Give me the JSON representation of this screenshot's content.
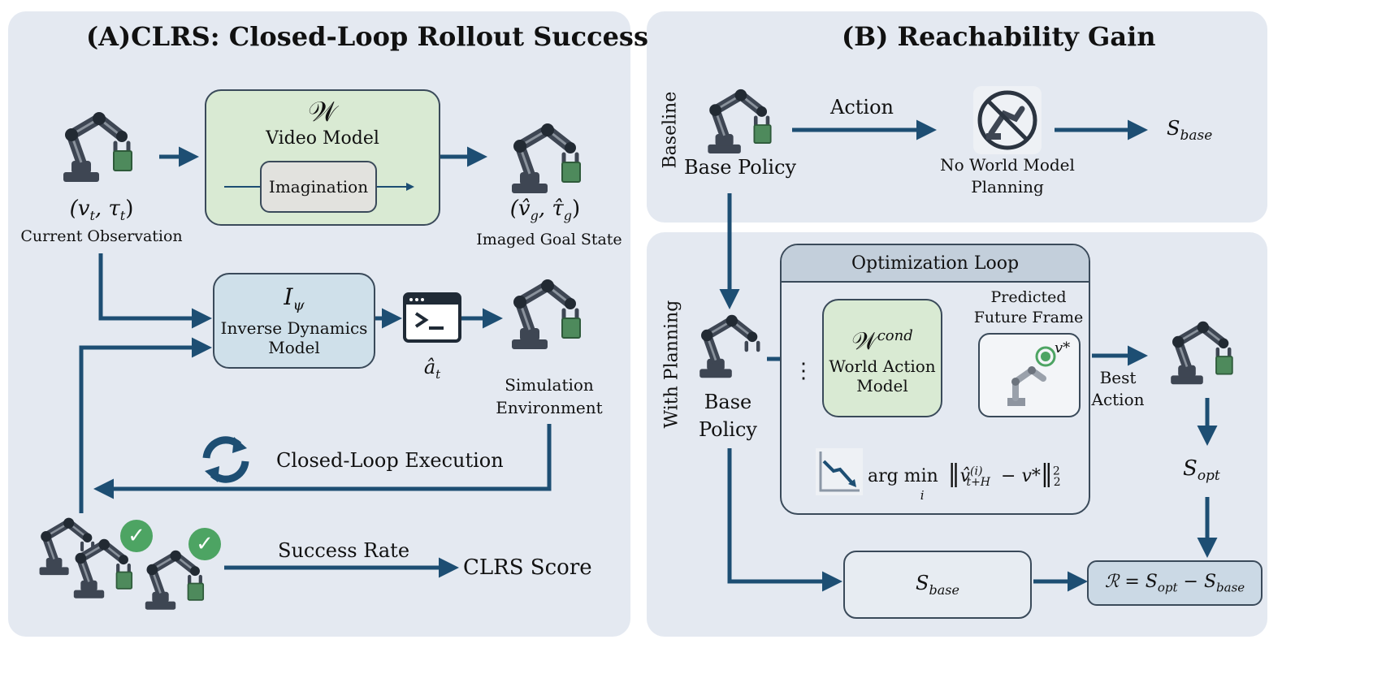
{
  "panel_a": {
    "title": "(A)CLRS: Closed-Loop Rollout Success",
    "video_model": {
      "symbol": "𝒲",
      "label": "Video Model",
      "inner": "Imagination"
    },
    "current_obs": {
      "math": "(v",
      "sub": "t",
      "math2": ", τ",
      "sub2": "t",
      "close": ")",
      "label": "Current Observation"
    },
    "goal_state": {
      "math": "(v̂",
      "sub": "g",
      "math2": ", τ̂",
      "sub2": "g",
      "close": ")",
      "label": "Imaged Goal State"
    },
    "inverse_dynamics": {
      "symbol": "I",
      "sub": "ψ",
      "line1": "Inverse Dynamics",
      "line2": "Model"
    },
    "action_hat": {
      "math": "â",
      "sub": "t"
    },
    "terminal_icon": "terminal-icon",
    "sim_env": {
      "line1": "Simulation",
      "line2": "Environment"
    },
    "closed_loop": "Closed-Loop Execution",
    "success_rate": "Success Rate",
    "clrs_score": "CLRS Score",
    "refresh_icon": "refresh-icon",
    "check_icon": "check-icon",
    "check_glyph": "✓"
  },
  "panel_b": {
    "title": "(B) Reachability Gain",
    "baseline_label": "Baseline",
    "with_planning_label": "With Planning",
    "base_policy_top": "Base Policy",
    "action_label": "Action",
    "no_wm": {
      "line1": "No World Model",
      "line2": "Planning",
      "icon": "no-world-model-icon"
    },
    "s_base_top": {
      "s": "S",
      "sub": "base"
    },
    "opt_loop_title": "Optimization Loop",
    "base_policy_bottom": {
      "line1": "Base",
      "line2": "Policy"
    },
    "dots": "⋮",
    "world_action": {
      "symbol": "𝒲",
      "sup": "cond",
      "line1": "World Action",
      "line2": "Model"
    },
    "predicted": {
      "line1": "Predicted",
      "line2": "Future Frame",
      "v_star": "v*"
    },
    "best_action": {
      "line1": "Best",
      "line2": "Action"
    },
    "s_opt": {
      "s": "S",
      "sub": "opt"
    },
    "s_base_box": {
      "s": "S",
      "sub": "base"
    },
    "formula": {
      "r": "ℛ = S",
      "sub1": "opt",
      "mid": " − S",
      "sub2": "base"
    },
    "argmin": {
      "arg": "arg min",
      "i": "i",
      "v": "v̂",
      "sup": "(i)",
      "sub": "t+H",
      "rest": "−  v*",
      "sq": "2",
      "sub2": "2"
    },
    "trend_icon": "trend-down-icon"
  },
  "colors": {
    "arrow": "#1d4e73",
    "panel": "#e4e9f1",
    "green_box": "#d9ead3",
    "blue_box": "#cfe0ea",
    "robot_green": "#4e8a5c",
    "robot_gray": "#3e4653"
  }
}
